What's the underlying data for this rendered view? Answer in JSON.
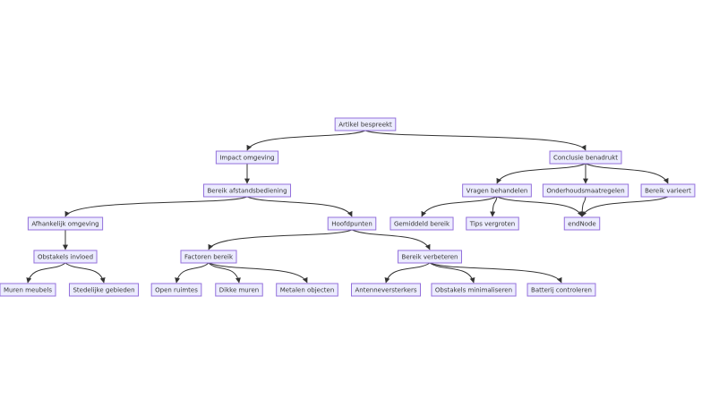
{
  "nodes": [
    {
      "id": "artikel",
      "label": "Artikel bespreekt"
    },
    {
      "id": "impact",
      "label": "Impact omgeving"
    },
    {
      "id": "conclusie",
      "label": "Conclusie benadrukt"
    },
    {
      "id": "bereik",
      "label": "Bereik afstandsbediening"
    },
    {
      "id": "vragen",
      "label": "Vragen behandelen"
    },
    {
      "id": "onderhoud",
      "label": "Onderhoudsmaatregelen"
    },
    {
      "id": "varieert",
      "label": "Bereik varieert"
    },
    {
      "id": "afhankelijk",
      "label": "Afhankelijk omgeving"
    },
    {
      "id": "hoofdpunten",
      "label": "Hoofdpunten"
    },
    {
      "id": "gemiddeld",
      "label": "Gemiddeld bereik"
    },
    {
      "id": "tips",
      "label": "Tips vergroten"
    },
    {
      "id": "endnode",
      "label": "endNode"
    },
    {
      "id": "obstakels_invloed",
      "label": "Obstakels invloed"
    },
    {
      "id": "factoren",
      "label": "Factoren bereik"
    },
    {
      "id": "verbeteren",
      "label": "Bereik verbeteren"
    },
    {
      "id": "muren_meubels",
      "label": "Muren meubels"
    },
    {
      "id": "stedelijke",
      "label": "Stedelijke gebieden"
    },
    {
      "id": "open_ruimtes",
      "label": "Open ruimtes"
    },
    {
      "id": "dikke_muren",
      "label": "Dikke muren"
    },
    {
      "id": "metalen",
      "label": "Metalen objecten"
    },
    {
      "id": "antenne",
      "label": "Antenneversterkers"
    },
    {
      "id": "obstakels_min",
      "label": "Obstakels minimaliseren"
    },
    {
      "id": "batterij",
      "label": "Batterij controleren"
    }
  ],
  "edges": [
    {
      "from": "artikel",
      "to": "impact"
    },
    {
      "from": "artikel",
      "to": "conclusie"
    },
    {
      "from": "impact",
      "to": "bereik"
    },
    {
      "from": "conclusie",
      "to": "vragen"
    },
    {
      "from": "conclusie",
      "to": "onderhoud"
    },
    {
      "from": "conclusie",
      "to": "varieert"
    },
    {
      "from": "bereik",
      "to": "afhankelijk"
    },
    {
      "from": "bereik",
      "to": "hoofdpunten"
    },
    {
      "from": "vragen",
      "to": "gemiddeld"
    },
    {
      "from": "vragen",
      "to": "tips"
    },
    {
      "from": "vragen",
      "to": "endnode"
    },
    {
      "from": "onderhoud",
      "to": "endnode"
    },
    {
      "from": "varieert",
      "to": "endnode"
    },
    {
      "from": "afhankelijk",
      "to": "obstakels_invloed"
    },
    {
      "from": "hoofdpunten",
      "to": "factoren"
    },
    {
      "from": "hoofdpunten",
      "to": "verbeteren"
    },
    {
      "from": "obstakels_invloed",
      "to": "muren_meubels"
    },
    {
      "from": "obstakels_invloed",
      "to": "stedelijke"
    },
    {
      "from": "factoren",
      "to": "open_ruimtes"
    },
    {
      "from": "factoren",
      "to": "dikke_muren"
    },
    {
      "from": "factoren",
      "to": "metalen"
    },
    {
      "from": "verbeteren",
      "to": "antenne"
    },
    {
      "from": "verbeteren",
      "to": "obstakels_min"
    },
    {
      "from": "verbeteren",
      "to": "batterij"
    }
  ]
}
